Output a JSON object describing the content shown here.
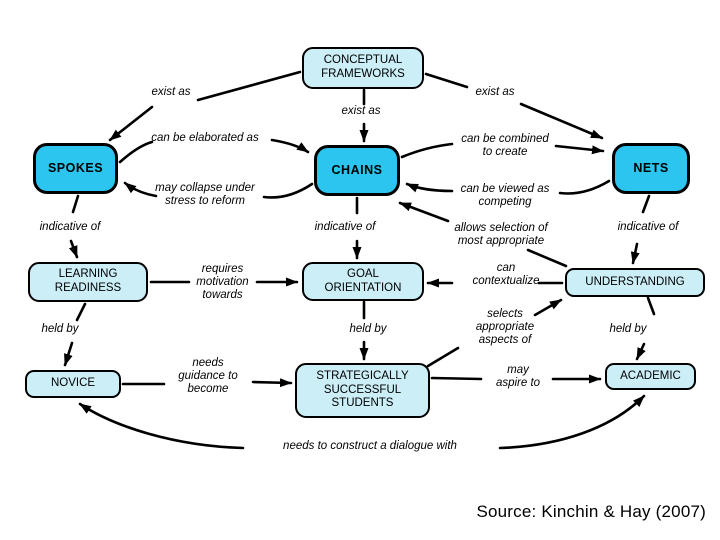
{
  "colors": {
    "bright_node": "#2BC5F0",
    "pale_node": "#CBEEF7",
    "line": "#000000",
    "background": "#FFFFFF"
  },
  "nodes": {
    "conceptual_frameworks": "CONCEPTUAL\nFRAMEWORKS",
    "spokes": "SPOKES",
    "chains": "CHAINS",
    "nets": "NETS",
    "learning_readiness": "LEARNING\nREADINESS",
    "goal_orientation": "GOAL\nORIENTATION",
    "understanding": "UNDERSTANDING",
    "novice": "NOVICE",
    "strategically_successful": "STRATEGICALLY\nSUCCESSFUL\nSTUDENTS",
    "academic": "ACADEMIC"
  },
  "links": {
    "exist_as_left": "exist as",
    "exist_as_center": "exist as",
    "exist_as_right": "exist as",
    "can_be_elaborated": "can be elaborated as",
    "may_collapse": "may collapse under\nstress to reform",
    "can_be_combined": "can be combined\nto create",
    "can_be_viewed": "can be viewed as\ncompeting",
    "indicative_of_left": "indicative of",
    "indicative_of_mid": "indicative of",
    "indicative_of_right": "indicative of",
    "allows_selection": "allows selection of\nmost appropriate",
    "requires_motivation": "requires\nmotivation\ntowards",
    "can_contextualize": "can\ncontextualize",
    "held_by_left": "held by",
    "held_by_mid": "held by",
    "held_by_right": "held by",
    "selects_appropriate": "selects\nappropriate\naspects of",
    "needs_guidance": "needs\nguidance to\nbecome",
    "may_aspire": "may\naspire to",
    "needs_dialogue": "needs to construct a dialogue with"
  },
  "source_text": "Source: Kinchin & Hay (2007)"
}
